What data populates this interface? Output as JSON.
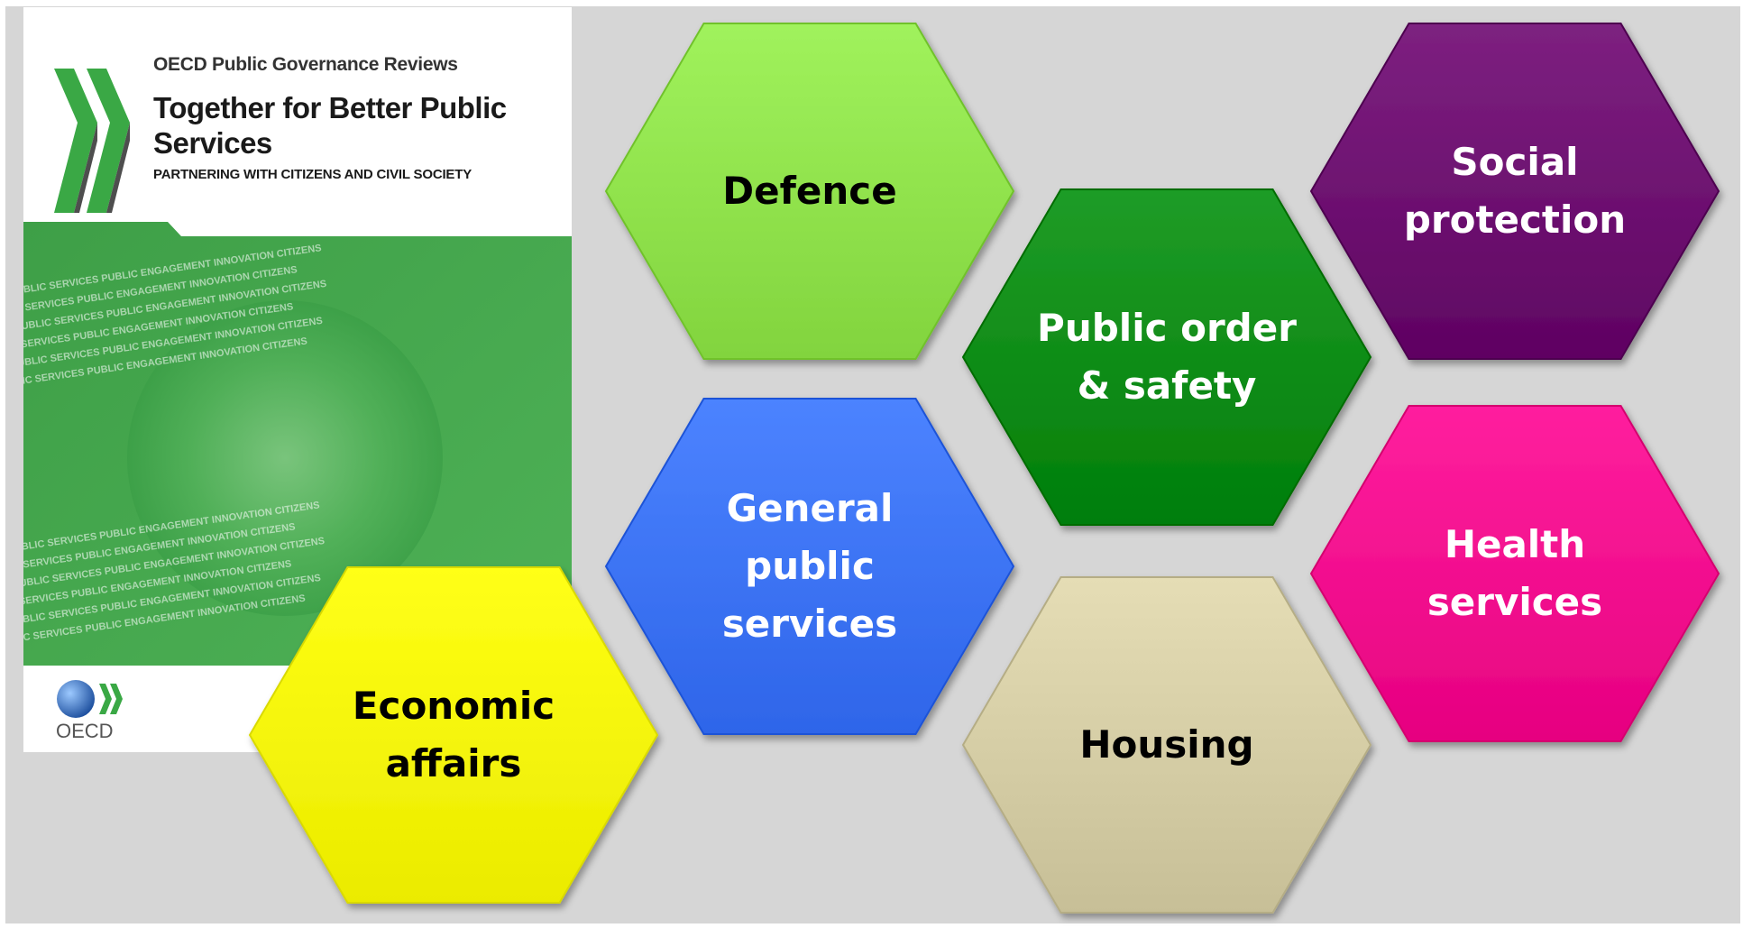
{
  "cover": {
    "series": "OECD Public Governance Reviews",
    "title": "Together for Better Public Services",
    "subtitle": "PARTNERING WITH CITIZENS AND CIVIL SOCIETY",
    "publisher": "OECD",
    "band_text": "PUBLIC SERVICES PUBLIC ENGAGEMENT INNOVATION CITIZENS",
    "colors": {
      "green": "#3ea84a",
      "chevron_dark": "#5a5a5a",
      "chevron_green": "#3aa845"
    }
  },
  "hexagons": [
    {
      "id": "defence",
      "label": "Defence",
      "color": "#8ee04a",
      "text_color": "#000000"
    },
    {
      "id": "social-protection",
      "label": "Social\nprotection",
      "color": "#6b0f6e",
      "text_color": "#ffffff"
    },
    {
      "id": "public-order-safety",
      "label": "Public order\n& safety",
      "color": "#0d8a15",
      "text_color": "#ffffff"
    },
    {
      "id": "general-public-services",
      "label": "General\npublic\nservices",
      "color": "#3a71f5",
      "text_color": "#ffffff"
    },
    {
      "id": "health-services",
      "label": "Health\nservices",
      "color": "#f20d8c",
      "text_color": "#ffffff"
    },
    {
      "id": "economic-affairs",
      "label": "Economic\naffairs",
      "color": "#f7f704",
      "text_color": "#000000"
    },
    {
      "id": "housing",
      "label": "Housing",
      "color": "#d3cba3",
      "text_color": "#000000"
    }
  ]
}
